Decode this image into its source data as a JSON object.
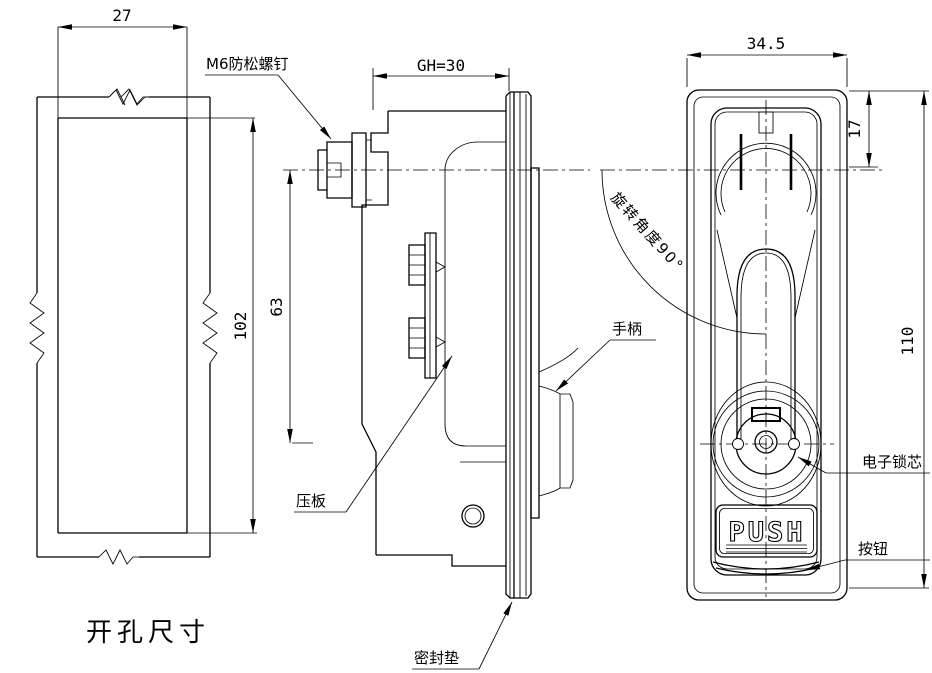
{
  "colors": {
    "line": "#000000",
    "background": "#ffffff"
  },
  "views": {
    "cutout": {
      "title": "开孔尺寸",
      "width_dim": "27",
      "height_dim": "102"
    },
    "side": {
      "grip_dim": "GH=30",
      "center_dim": "63",
      "screw_label": "M6防松螺钉",
      "pressure_plate_label": "压板",
      "handle_label": "手柄",
      "gasket_label": "密封垫"
    },
    "front": {
      "width_dim": "34.5",
      "top_dim": "17",
      "height_dim": "110",
      "rotation_label": "旋转角度90°",
      "lock_core_label": "电子锁芯",
      "button_label": "按钮",
      "push_label": "PUSH"
    }
  }
}
